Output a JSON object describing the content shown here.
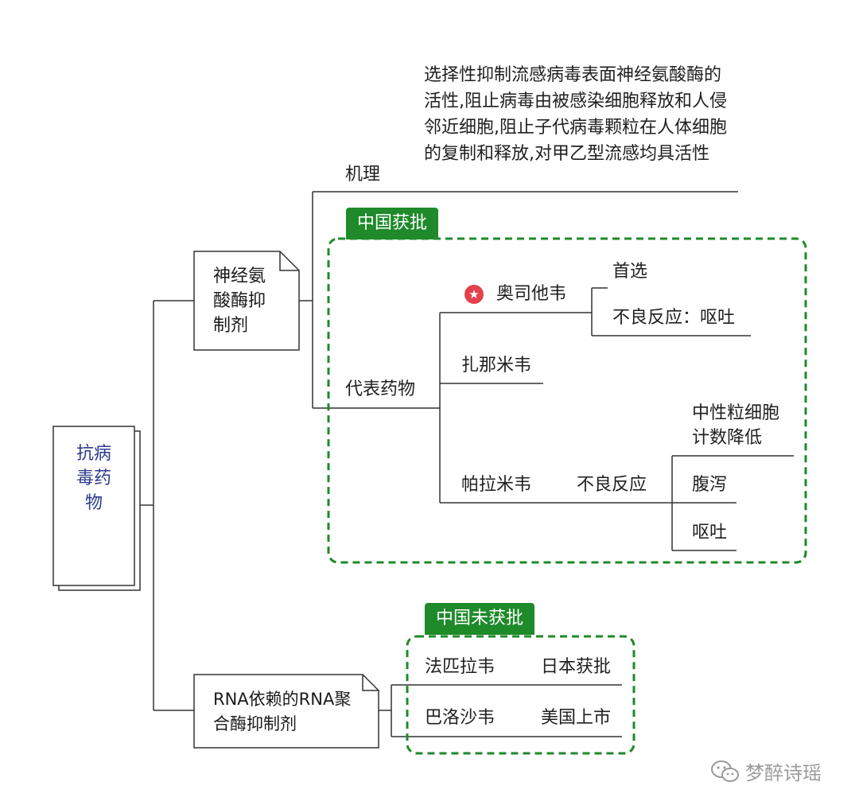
{
  "root": {
    "label": "抗病毒药物"
  },
  "branch_na": {
    "label": "神经氨酸酶抑制剂",
    "mechanism_label": "机理",
    "mechanism_text": "选择性抑制流感病毒表面神经氨酸酶的活性,阻止病毒由被感染细胞释放和人侵邻近细胞,阻止子代病毒颗粒在人体细胞的复制和释放,对甲乙型流感均具活性",
    "representative_label": "代表药物",
    "group_tag": "中国获批",
    "drugs": [
      {
        "name": "奥司他韦",
        "marker": "star-icon",
        "notes": [
          "首选",
          "不良反应：呕吐"
        ]
      },
      {
        "name": "扎那米韦"
      },
      {
        "name": "帕拉米韦",
        "adverse_label": "不良反应",
        "adverse": [
          "中性粒细胞计数降低",
          "腹泻",
          "呕吐"
        ]
      }
    ]
  },
  "branch_rdrp": {
    "label": "RNA依赖的RNA聚合酶抑制剂",
    "group_tag": "中国未获批",
    "drugs": [
      {
        "name": "法匹拉韦",
        "note": "日本获批"
      },
      {
        "name": "巴洛沙韦",
        "note": "美国上市"
      }
    ]
  },
  "watermark": {
    "text": "梦醉诗瑶",
    "icon": "wechat-icon"
  },
  "colors": {
    "green": "#1e8a2a",
    "line": "#333333",
    "root_text": "#2b3a8f",
    "star": "#e3414b"
  }
}
